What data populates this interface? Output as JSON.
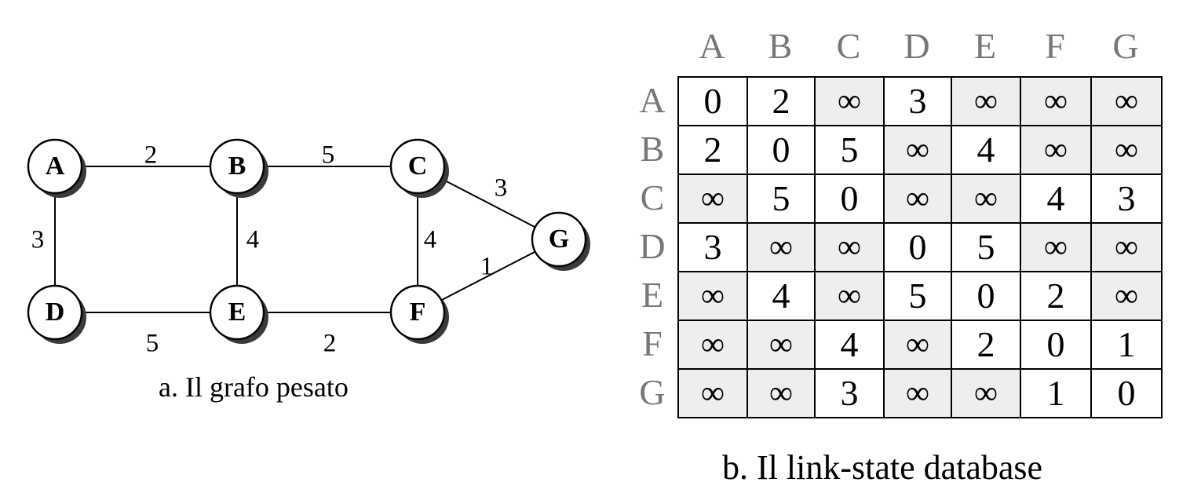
{
  "graph": {
    "nodes": [
      {
        "id": "A",
        "label": "A"
      },
      {
        "id": "B",
        "label": "B"
      },
      {
        "id": "C",
        "label": "C"
      },
      {
        "id": "D",
        "label": "D"
      },
      {
        "id": "E",
        "label": "E"
      },
      {
        "id": "F",
        "label": "F"
      },
      {
        "id": "G",
        "label": "G"
      }
    ],
    "edges": [
      {
        "from": "A",
        "to": "B",
        "weight": "2"
      },
      {
        "from": "B",
        "to": "C",
        "weight": "5"
      },
      {
        "from": "A",
        "to": "D",
        "weight": "3"
      },
      {
        "from": "B",
        "to": "E",
        "weight": "4"
      },
      {
        "from": "C",
        "to": "F",
        "weight": "4"
      },
      {
        "from": "C",
        "to": "G",
        "weight": "3"
      },
      {
        "from": "F",
        "to": "G",
        "weight": "1"
      },
      {
        "from": "D",
        "to": "E",
        "weight": "5"
      },
      {
        "from": "E",
        "to": "F",
        "weight": "2"
      }
    ],
    "caption": "a. Il grafo pesato"
  },
  "database": {
    "caption": "b. Il link-state database",
    "headers": [
      "A",
      "B",
      "C",
      "D",
      "E",
      "F",
      "G"
    ],
    "rows": [
      [
        "0",
        "2",
        "∞",
        "3",
        "∞",
        "∞",
        "∞"
      ],
      [
        "2",
        "0",
        "5",
        "∞",
        "4",
        "∞",
        "∞"
      ],
      [
        "∞",
        "5",
        "0",
        "∞",
        "∞",
        "4",
        "3"
      ],
      [
        "3",
        "∞",
        "∞",
        "0",
        "5",
        "∞",
        "∞"
      ],
      [
        "∞",
        "4",
        "∞",
        "5",
        "0",
        "2",
        "∞"
      ],
      [
        "∞",
        "∞",
        "4",
        "∞",
        "2",
        "0",
        "1"
      ],
      [
        "∞",
        "∞",
        "3",
        "∞",
        "∞",
        "1",
        "0"
      ]
    ]
  }
}
